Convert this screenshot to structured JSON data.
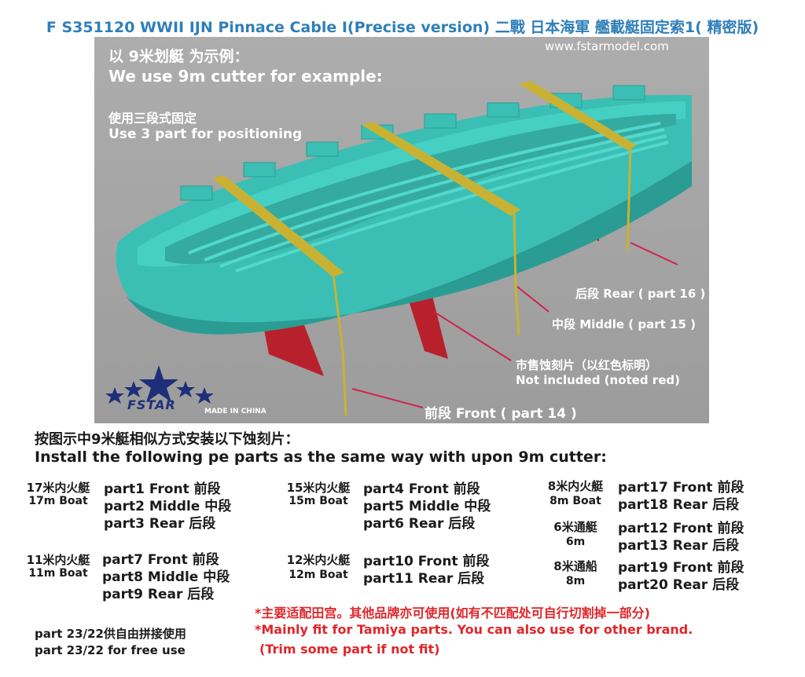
{
  "title": "F S351120 WWII IJN Pinnace Cable I(Precise version) 二戰 日本海軍 艦載艇固定索1( 精密版)",
  "panel": {
    "example_cn": "以 9米划艇 为示例：",
    "example_en": "We use 9m cutter for example:",
    "positioning_cn": "使用三段式固定",
    "positioning_en": "Use 3 part for positioning",
    "website": "www.fstarmodel.com",
    "label_rear": "后段 Rear ( part 16 )",
    "label_middle": "中段 Middle ( part 15 )",
    "label_not_included_cn": "市售蚀刻片（以红色标明）",
    "label_not_included_en": "Not included (noted red)",
    "label_front": "前段 Front ( part 14 )",
    "brand": "FSTAR",
    "made_in": "MADE IN CHINA"
  },
  "colors": {
    "title": "#2f7fb9",
    "hull": "#3bbfb4",
    "bracket": "#b8212b",
    "cable": "#c9b233",
    "note": "#e0262a"
  },
  "instructions": {
    "cn": "按图示中9米艇相似方式安装以下蚀刻片：",
    "en": "Install the following pe parts as the same way with upon 9m cutter:"
  },
  "groups": [
    {
      "cn": "17米内火艇",
      "en": "17m Boat",
      "parts": [
        "part1 Front 前段",
        "part2 Middle 中段",
        "part3 Rear 后段"
      ]
    },
    {
      "cn": "15米内火艇",
      "en": "15m Boat",
      "parts": [
        "part4 Front 前段",
        "part5 Middle 中段",
        "part6 Rear 后段"
      ]
    },
    {
      "cn": "8米内火艇",
      "en": "8m Boat",
      "parts": [
        "part17 Front 前段",
        "part18 Rear 后段"
      ]
    },
    {
      "cn": "6米通艇",
      "en": "6m",
      "parts": [
        "part12 Front 前段",
        "part13 Rear 后段"
      ]
    },
    {
      "cn": "11米内火艇",
      "en": "11m Boat",
      "parts": [
        "part7 Front 前段",
        "part8 Middle 中段",
        "part9 Rear 后段"
      ]
    },
    {
      "cn": "12米内火艇",
      "en": "12m Boat",
      "parts": [
        "part10 Front 前段",
        "part11 Rear 后段"
      ]
    },
    {
      "cn": "8米通船",
      "en": "8m",
      "parts": [
        "part19 Front 前段",
        "part20 Rear 后段"
      ]
    }
  ],
  "free_use": {
    "cn": "part 23/22供自由拼接使用",
    "en": "part 23/22 for free use"
  },
  "notes": {
    "cn": "*主要适配田宫。其他品牌亦可使用(如有不匹配处可自行切割掉一部分)",
    "en": "*Mainly fit for Tamiya parts. You can also use for other brand.",
    "trim": "(Trim some part  if not fit)"
  }
}
